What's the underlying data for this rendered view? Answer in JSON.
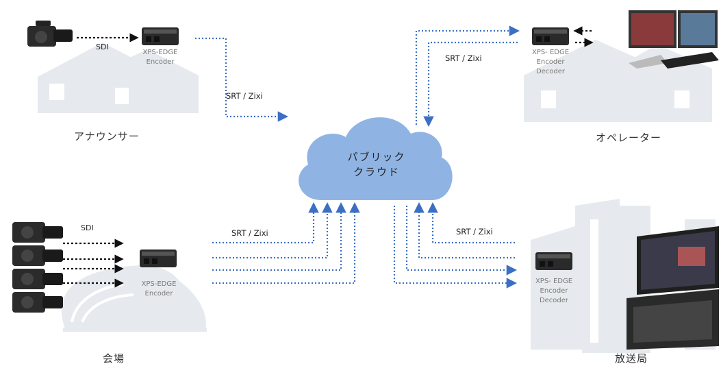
{
  "cloud": {
    "line1": "パブリック",
    "line2": "クラウド"
  },
  "sites": {
    "announcer": "アナウンサー",
    "operator": "オペレーター",
    "venue": "会場",
    "broadcaster": "放送局"
  },
  "labels": {
    "sdi_top": "SDI",
    "sdi_bottom": "SDI",
    "srt_announcer": "SRT / Zixi",
    "srt_operator": "SRT / Zixi",
    "srt_venue": "SRT / Zixi",
    "srt_broadcaster": "SRT / Zixi"
  },
  "encoders": {
    "announcer": [
      "XPS-EDGE",
      "Encoder"
    ],
    "operator": [
      "XPS- EDGE",
      "Encoder",
      "Decoder"
    ],
    "venue": [
      "XPS-EDGE",
      "Encoder"
    ],
    "broadcaster": [
      "XPS- EDGE",
      "Encoder",
      "Decoder"
    ]
  },
  "colors": {
    "link": "#3b6fc4",
    "cloud": "#8fb4e3",
    "building": "#e6eaee",
    "sdi": "#111111"
  }
}
